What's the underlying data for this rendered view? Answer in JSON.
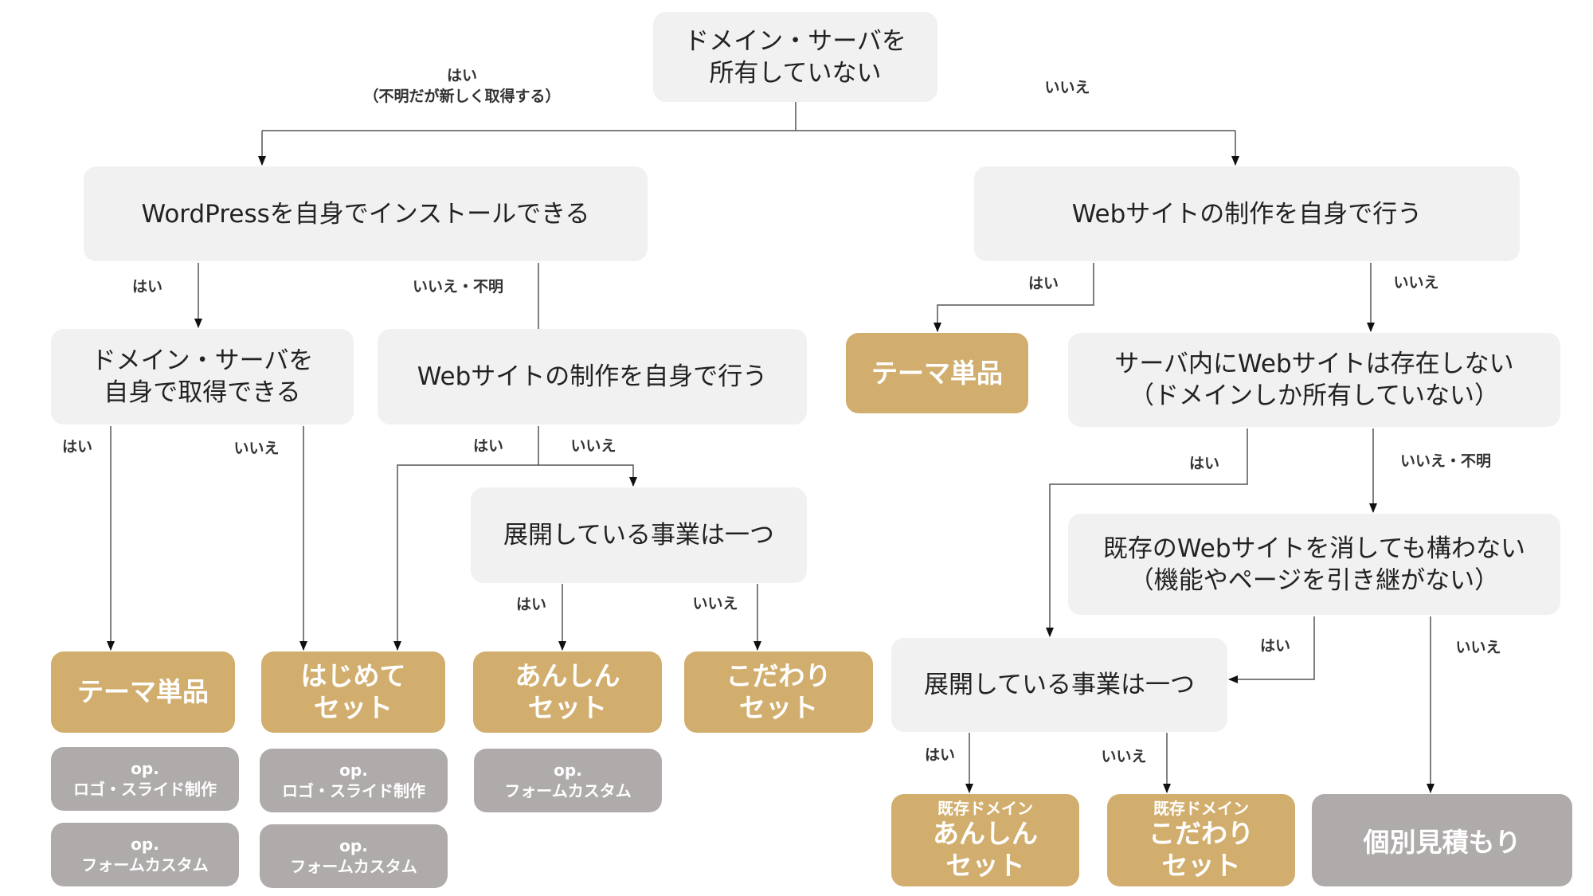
{
  "colors": {
    "question_bg": "#f1f1f1",
    "result_gold": "#d2ae6e",
    "option_grey": "#afabaa",
    "line": "#555555"
  },
  "nodes": {
    "root": "ドメイン・サーバを\n所有していない",
    "wp_install": "WordPressを自身でインストールできる",
    "web_self_right": "Webサイトの制作を自身で行う",
    "domain_self": "ドメイン・サーバを\n自身で取得できる",
    "web_self_mid": "Webサイトの制作を自身で行う",
    "server_no_site": "サーバ内にWebサイトは存在しない\n（ドメインしか所有していない）",
    "business_one_mid": "展開している事業は一つ",
    "existing_delete": "既存のWebサイトを消しても構わない\n（機能やページを引き継がない）",
    "business_one_right": "展開している事業は一つ"
  },
  "results": {
    "theme_single_right": "テーマ単品",
    "theme_single_left": "テーマ単品",
    "hajimete": "はじめて\nセット",
    "anshin": "あんしん\nセット",
    "kodawari": "こだわり\nセット",
    "existing_anshin_sub": "既存ドメイン",
    "existing_anshin": "あんしん\nセット",
    "existing_kodawari_sub": "既存ドメイン",
    "existing_kodawari": "こだわり\nセット",
    "custom_quote": "個別見積もり"
  },
  "options": {
    "logo": "op.\nロゴ・スライド制作",
    "form": "op.\nフォームカスタム"
  },
  "labels": {
    "yes_unknown_new": "はい\n（不明だが新しく取得する）",
    "no": "いいえ",
    "yes": "はい",
    "no_unknown": "いいえ・不明"
  }
}
